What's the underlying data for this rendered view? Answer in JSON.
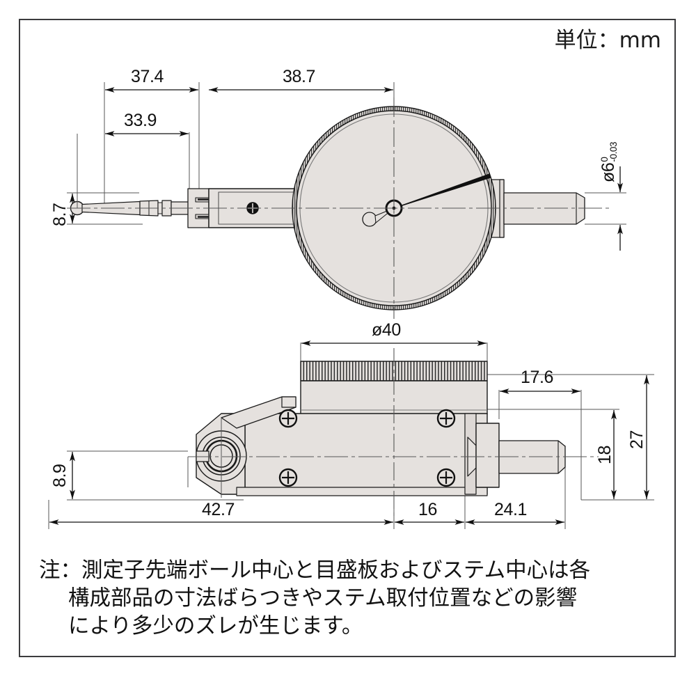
{
  "drawing": {
    "title": "dial-test-indicator-dimensional-drawing",
    "unit_label": "単位：mm",
    "frame_color": "#3b3b3d",
    "part_fill": "#e5e1de",
    "line_color": "#1a1a1a"
  },
  "dimensions": {
    "top_view": {
      "d_37_4": "37.4",
      "d_38_7": "38.7",
      "d_33_9": "33.9",
      "d_8_7": "8.7",
      "stem_dia": "ø6",
      "stem_tol_upper": "0",
      "stem_tol_lower": "-0.03"
    },
    "side_view": {
      "dial_dia": "ø40",
      "d_17_6": "17.6",
      "d_27": "27",
      "d_18": "18",
      "d_8_9": "8.9",
      "d_42_7": "42.7",
      "d_16": "16",
      "d_24_1": "24.1"
    }
  },
  "note": {
    "line1": "注：測定子先端ボール中心と目盛板およびステム中心は各",
    "line2": "構成部品の寸法ばらつきやステム取付位置などの影響",
    "line3": "により多少のズレが生じます。"
  }
}
